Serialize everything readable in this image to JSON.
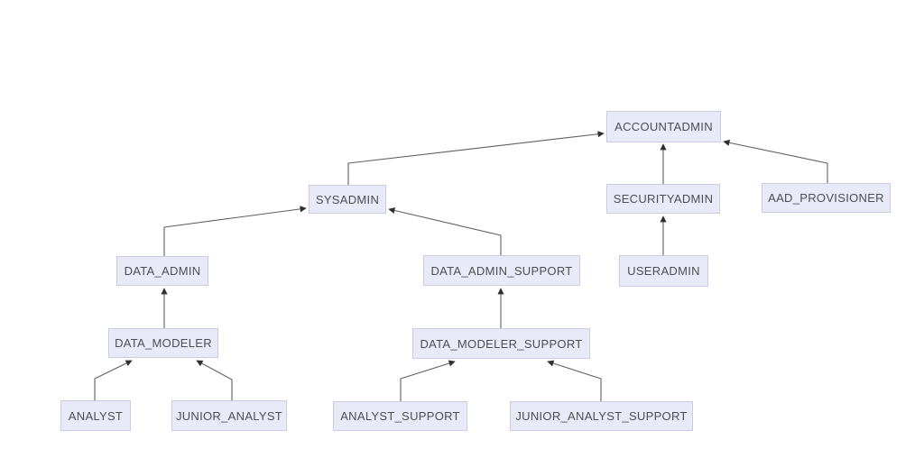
{
  "diagram": {
    "type": "hierarchy-tree",
    "background_color": "#ffffff",
    "node_fill_color": "#e9eaf8",
    "node_border_color": "#c9cbe3",
    "node_text_color": "#4d4d52",
    "edge_color": "#5f5f5f",
    "arrow_direction": "child-to-parent",
    "nodes": {
      "accountadmin": {
        "label": "ACCOUNTADMIN"
      },
      "sysadmin": {
        "label": "SYSADMIN"
      },
      "securityadmin": {
        "label": "SECURITYADMIN"
      },
      "aad_provisioner": {
        "label": "AAD_PROVISIONER"
      },
      "data_admin": {
        "label": "DATA_ADMIN"
      },
      "data_admin_support": {
        "label": "DATA_ADMIN_SUPPORT"
      },
      "useradmin": {
        "label": "USERADMIN"
      },
      "data_modeler": {
        "label": "DATA_MODELER"
      },
      "data_modeler_support": {
        "label": "DATA_MODELER_SUPPORT"
      },
      "analyst": {
        "label": "ANALYST"
      },
      "junior_analyst": {
        "label": "JUNIOR_ANALYST"
      },
      "analyst_support": {
        "label": "ANALYST_SUPPORT"
      },
      "junior_analyst_support": {
        "label": "JUNIOR_ANALYST_SUPPORT"
      }
    },
    "edges": [
      {
        "from": "SYSADMIN",
        "to": "ACCOUNTADMIN"
      },
      {
        "from": "SECURITYADMIN",
        "to": "ACCOUNTADMIN"
      },
      {
        "from": "AAD_PROVISIONER",
        "to": "ACCOUNTADMIN"
      },
      {
        "from": "DATA_ADMIN",
        "to": "SYSADMIN"
      },
      {
        "from": "DATA_ADMIN_SUPPORT",
        "to": "SYSADMIN"
      },
      {
        "from": "USERADMIN",
        "to": "SECURITYADMIN"
      },
      {
        "from": "DATA_MODELER",
        "to": "DATA_ADMIN"
      },
      {
        "from": "DATA_MODELER_SUPPORT",
        "to": "DATA_ADMIN_SUPPORT"
      },
      {
        "from": "ANALYST",
        "to": "DATA_MODELER"
      },
      {
        "from": "JUNIOR_ANALYST",
        "to": "DATA_MODELER"
      },
      {
        "from": "ANALYST_SUPPORT",
        "to": "DATA_MODELER_SUPPORT"
      },
      {
        "from": "JUNIOR_ANALYST_SUPPORT",
        "to": "DATA_MODELER_SUPPORT"
      }
    ]
  }
}
